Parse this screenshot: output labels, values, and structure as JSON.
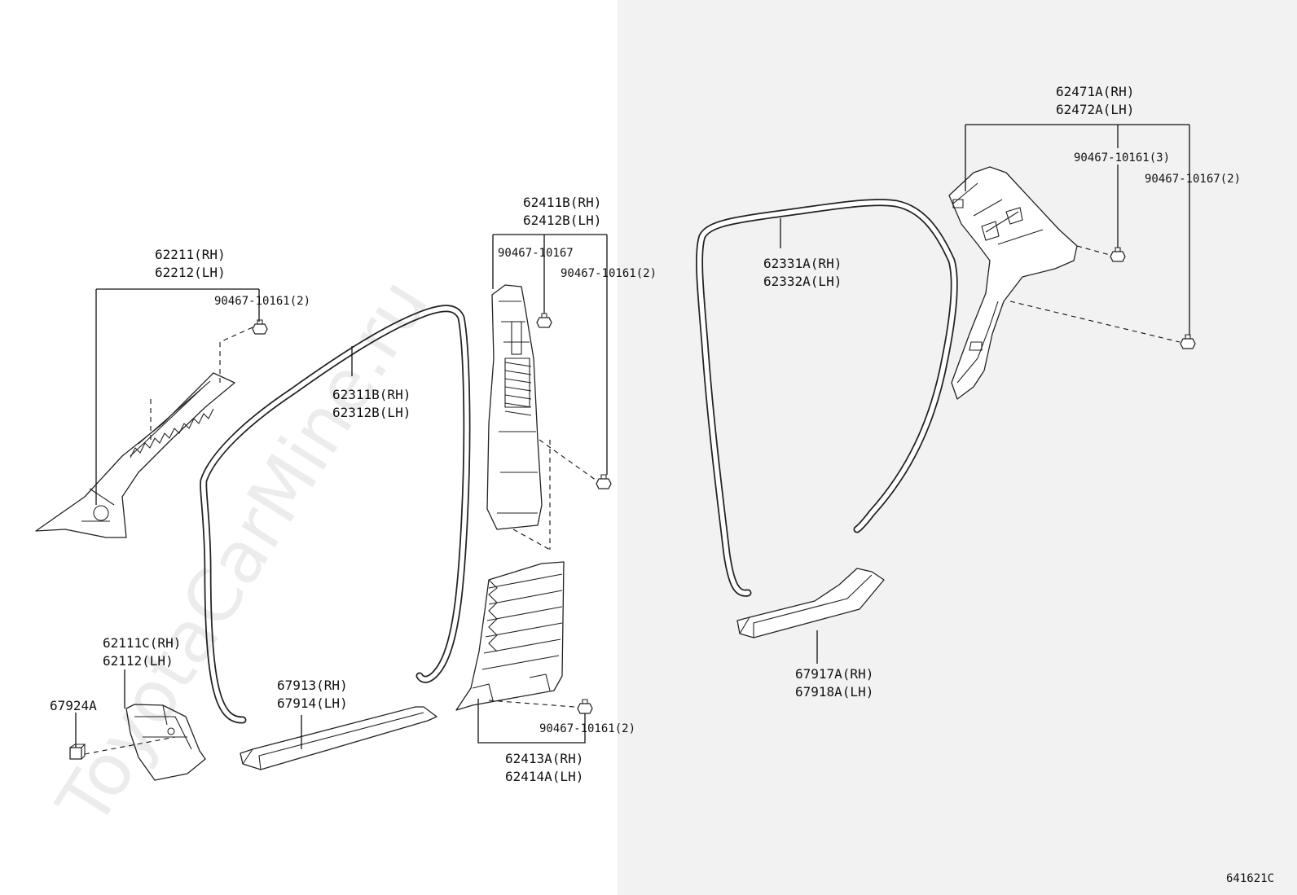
{
  "watermark": "ToyotaCarMine.ru",
  "diagram_code": "641621C",
  "colors": {
    "right_panel_bg": "#f2f2f2",
    "line": "#111111"
  },
  "labels": {
    "p62211": "62211(RH)",
    "p62212": "62212(LH)",
    "clip_a": "90467-10161(2)",
    "p62311": "62311B(RH)",
    "p62312": "62312B(LH)",
    "p62411": "62411B(RH)",
    "p62412": "62412B(LH)",
    "clip_b1": "90467-10167",
    "clip_b2": "90467-10161(2)",
    "p62111": "62111C(RH)",
    "p62112": "62112(LH)",
    "p67924": "67924A",
    "p67913": "67913(RH)",
    "p67914": "67914(LH)",
    "clip_c": "90467-10161(2)",
    "p62413": "62413A(RH)",
    "p62414": "62414A(LH)",
    "p62331": "62331A(RH)",
    "p62332": "62332A(LH)",
    "p62471": "62471A(RH)",
    "p62472": "62472A(LH)",
    "clip_d1": "90467-10161(3)",
    "clip_d2": "90467-10167(2)",
    "p67917": "67917A(RH)",
    "p67918": "67918A(LH)"
  }
}
